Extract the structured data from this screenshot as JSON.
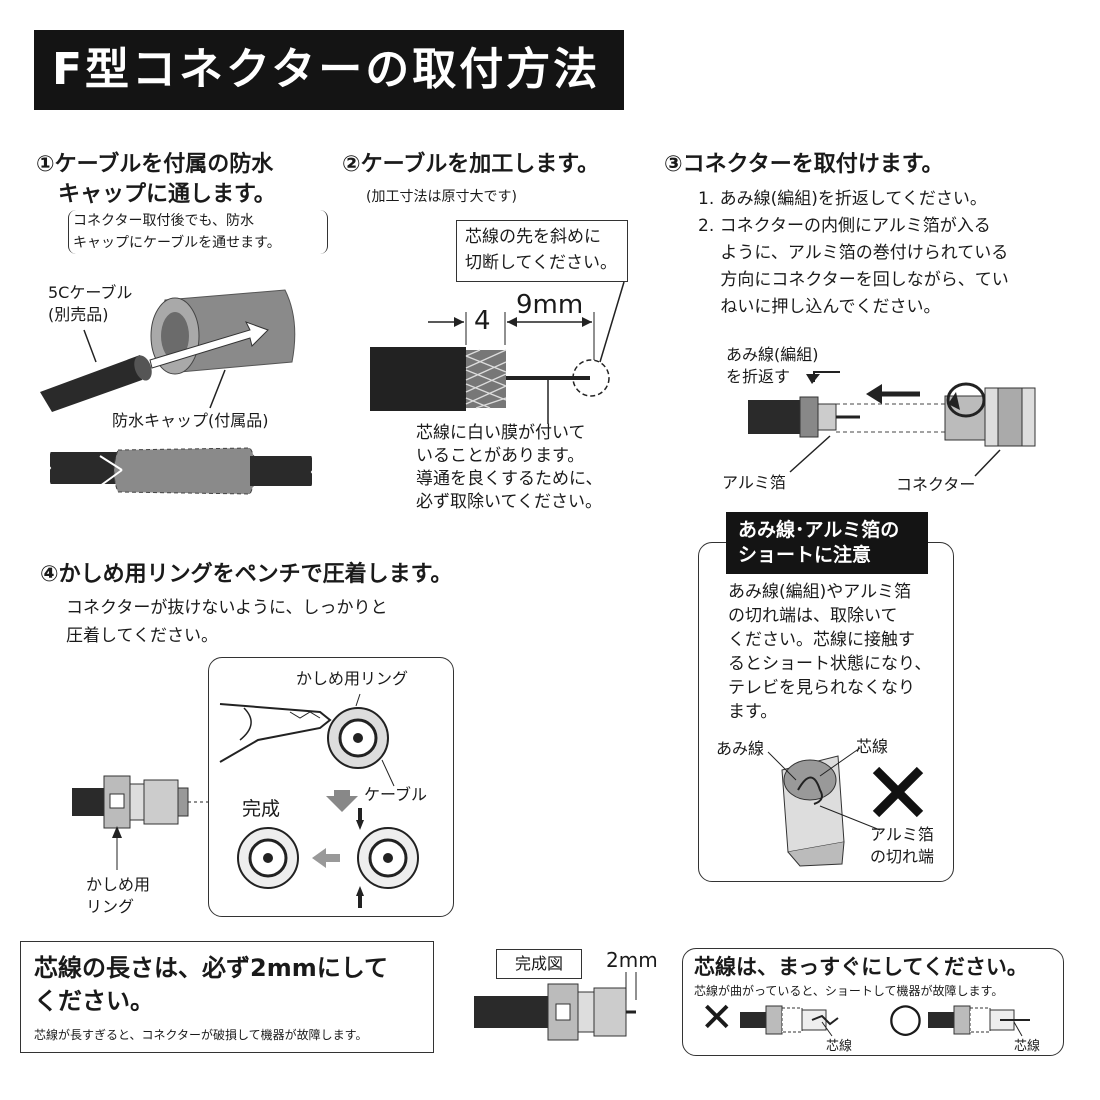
{
  "title": "F型コネクターの取付方法",
  "step1": {
    "heading": "①ケーブルを付属の防水\n　キャップに通します。",
    "note": "コネクター取付後でも、防水\nキャップにケーブルを通せます。",
    "cable_label": "5Cケーブル\n(別売品)",
    "cap_label": "防水キャップ(付属品)"
  },
  "step2": {
    "heading": "②ケーブルを加工します。",
    "sub": "(加工寸法は原寸大です)",
    "callout": "芯線の先を斜めに\n切断してください。",
    "dim1": "4",
    "dim2": "9mm",
    "note": "芯線に白い膜が付いて\nいることがあります。\n導通を良くするために、\n必ず取除いてください。"
  },
  "step3": {
    "heading": "③コネクターを取付けます。",
    "item1": "1. あみ線(編組)を折返してください。",
    "item2": "2. コネクターの内側にアルミ箔が入る\n　 ように、アルミ箔の巻付けられている\n　 方向にコネクターを回しながら、てい\n　 ねいに押し込んでください。",
    "fold_label": "あみ線(編組)\nを折返す",
    "foil_label": "アルミ箔",
    "connector_label": "コネクター"
  },
  "caution": {
    "header": "あみ線･アルミ箔の\nショートに注意",
    "body": "あみ線(編組)やアルミ箔\nの切れ端は、取除いて\nください。芯線に接触す\nるとショート状態になり、\nテレビを見られなくなり\nます。",
    "label_braid": "あみ線",
    "label_core": "芯線",
    "label_foil": "アルミ箔\nの切れ端"
  },
  "step4": {
    "heading": "④かしめ用リングをペンチで圧着します。",
    "sub": "コネクターが抜けないように、しっかりと\n圧着してください。",
    "ring_label": "かしめ用リング",
    "cable_label": "ケーブル",
    "done_label": "完成",
    "ring_label2": "かしめ用\nリング"
  },
  "bottom_left": {
    "heading": "芯線の長さは、必ず2mmにして\nください。",
    "note": "芯線が長すぎると、コネクターが破損して機器が故障します。"
  },
  "bottom_mid": {
    "label": "完成図",
    "dim": "2mm"
  },
  "bottom_right": {
    "heading": "芯線は、まっすぐにしてください。",
    "note": "芯線が曲がっていると、ショートして機器が故障します。",
    "bad_label": "芯線",
    "good_label": "芯線",
    "bad_mark": "✕",
    "good_mark": "○"
  }
}
